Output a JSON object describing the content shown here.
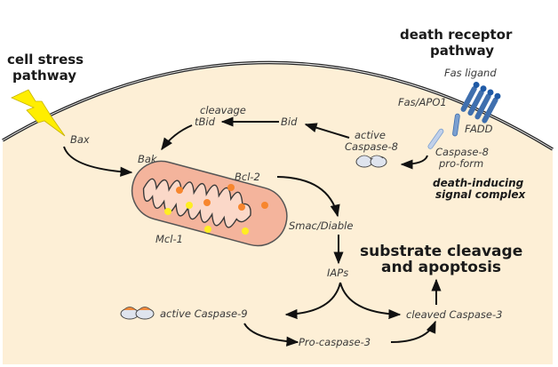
{
  "titles": {
    "cell_stress": [
      "cell stress",
      "pathway"
    ],
    "death_receptor": [
      "death receptor",
      "pathway"
    ],
    "outcome": [
      "substrate cleavage",
      "and apoptosis"
    ],
    "disc": [
      "death-inducing",
      "signal complex"
    ]
  },
  "labels": {
    "bax": "Bax",
    "bak": "Bak",
    "bid": "Bid",
    "tbid": "tBid",
    "cleavage": "cleavage",
    "bcl2": "Bcl-2",
    "mcl1": "Mcl-1",
    "smac": "Smac/Diable",
    "iaps": "IAPs",
    "fas_ligand": "Fas ligand",
    "fas_apo1": "Fas/APO1",
    "fadd": "FADD",
    "active_casp8": [
      "active",
      "Caspase-8"
    ],
    "casp8_pro": [
      "Caspase-8",
      "pro-form"
    ],
    "active_casp9": "active Caspase-9",
    "cleaved_casp3": "cleaved Caspase-3",
    "procasp3": "Pro-caspase-3"
  },
  "colors": {
    "cytoplasm": "#fdefd6",
    "membrane": "#222222",
    "lightning": "#ffee00",
    "mito_outer": "#f4b49c",
    "mito_inner": "#fbd8c8",
    "receptor": "#3f6fae",
    "receptor_head": "#1f5aa6",
    "fadd": "#7a9fd0",
    "caspase": "#dfe4ee",
    "caspase_cap": "#f08a3c",
    "orange_dot": "#f7862e",
    "yellow_dot": "#ffee22"
  }
}
